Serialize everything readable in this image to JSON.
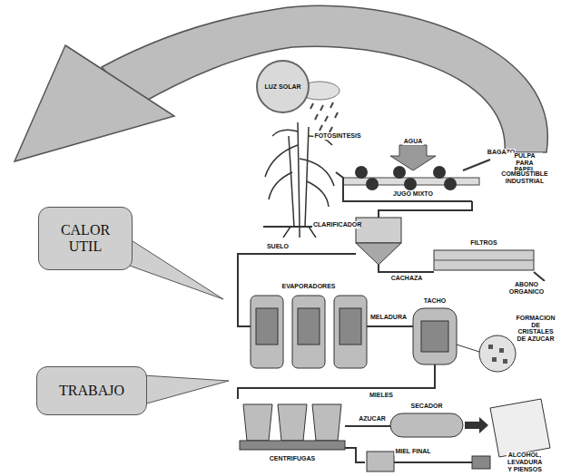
{
  "diagram": {
    "nodes": [
      {
        "text": [
          "LUZ SOLAR"
        ]
      },
      {
        "text": [
          "CALOR UTIL"
        ]
      },
      {
        "text": [
          "TRABAJO"
        ]
      }
    ],
    "labels": [
      "FOTOSINTESIS",
      "AGUA",
      "BAGAZO",
      "PULPA PARA PAPEL",
      "COMBUSTIBLE INDUSTRIAL",
      "JUGO MIXTO",
      "CLARIFICADOR",
      "EVAPORADORES",
      "CACHAZA",
      "FILTROS",
      "ABONO ORGANICO",
      "MELADURA",
      "TACHO",
      "FORMACION DE CRISTALES DE AZUCAR",
      "MIELES",
      "CENTRIFUGAS",
      "SECADOR",
      "AZUCAR",
      "MIEL FINAL",
      "ALCOHOL, LEVADURA Y PIENSOS",
      "SUELO"
    ]
  }
}
